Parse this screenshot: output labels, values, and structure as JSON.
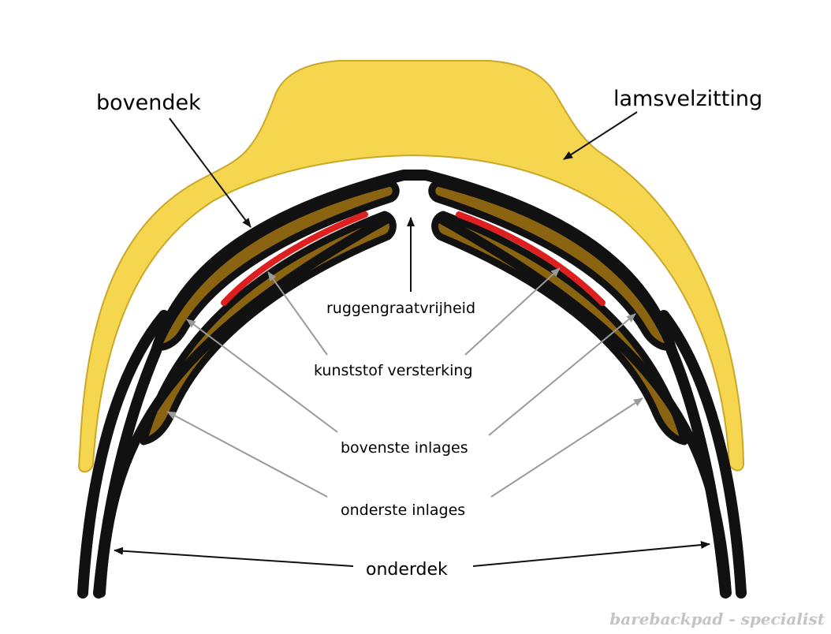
{
  "labels": {
    "bovendek": "bovendek",
    "lamsvelzitting": "lamsvelzitting",
    "ruggengraatvrijheid": "ruggengraatvrijheid",
    "kunststof_versterking": "kunststof versterking",
    "bovenste_inlages": "bovenste inlages",
    "onderste_inlages": "onderste inlages",
    "onderdek": "onderdek"
  },
  "watermark": "barebackpad - specialist",
  "colors": {
    "fleece": "#f5d64e",
    "fleece_outline": "#c9a82a",
    "deck": "#111111",
    "insert": "#8a6410",
    "reinforcement": "#dd1f1f",
    "arrow_black": "#111111",
    "arrow_gray": "#9a9a9a"
  }
}
